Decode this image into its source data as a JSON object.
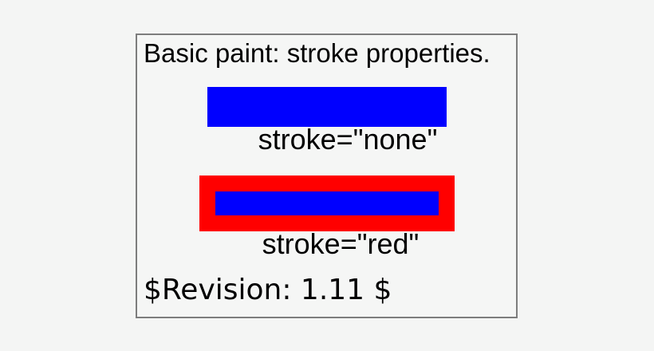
{
  "page": {
    "background": "#f4f5f4"
  },
  "frame": {
    "border_color": "#7d7d7d",
    "background": "#f5f6f5"
  },
  "title": {
    "text": "Basic paint: stroke properties."
  },
  "samples": [
    {
      "name": "no-stroke",
      "label": "stroke=\"none\"",
      "fill": "#0000ff",
      "stroke": "none"
    },
    {
      "name": "red-stroke",
      "label": "stroke=\"red\"",
      "fill": "#0000ff",
      "stroke": "#ff0000"
    }
  ],
  "revision": {
    "text": "$Revision: 1.11 $"
  }
}
